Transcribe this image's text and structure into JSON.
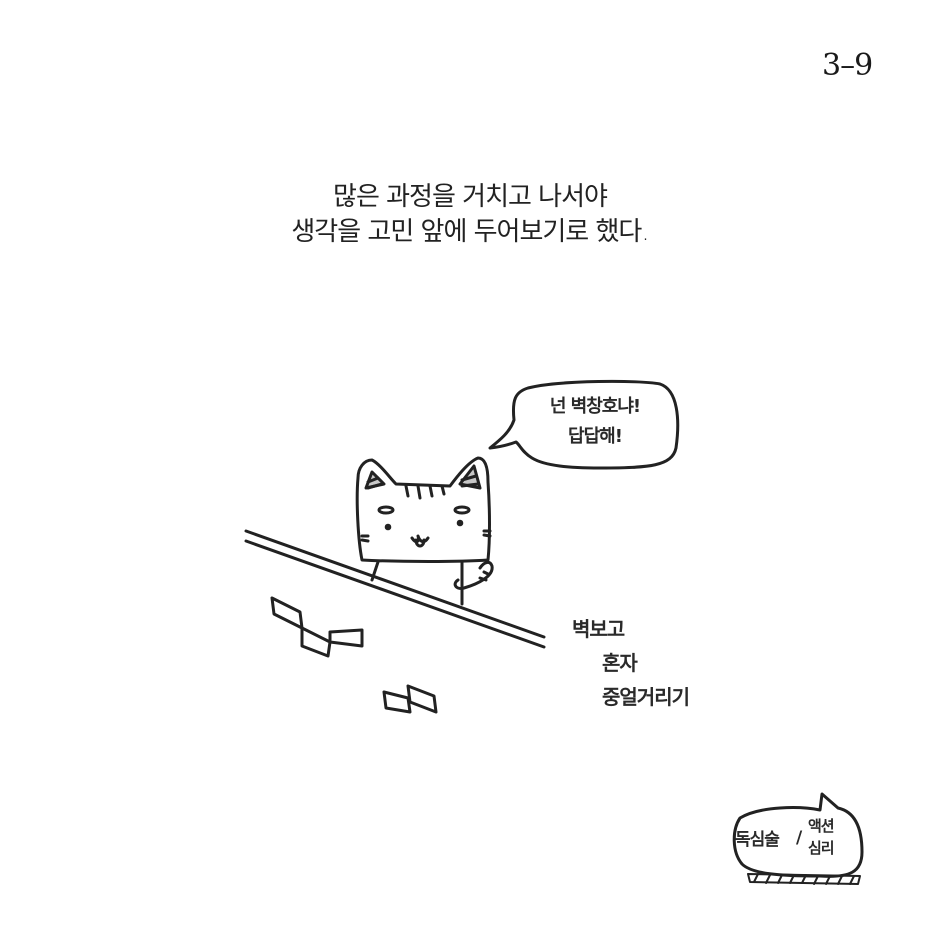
{
  "page": {
    "number": "3–9"
  },
  "narration": {
    "lines": [
      "많은 과정을 거치고 나서야",
      "생각을 고민 앞에 두어보기로 했다."
    ]
  },
  "speech_bubble": {
    "lines": [
      "넌 벽창호냐!",
      "답답해!"
    ]
  },
  "side_caption": {
    "lines": [
      "벽보고",
      "혼자",
      "중얼거리기"
    ]
  },
  "badge": {
    "left": "독심술",
    "slash": "/",
    "right_lines": [
      "액션",
      "심리"
    ]
  },
  "illustration": {
    "subject": "cat-peeking-over-wall",
    "line_color": "#222222",
    "background": "#ffffff"
  }
}
